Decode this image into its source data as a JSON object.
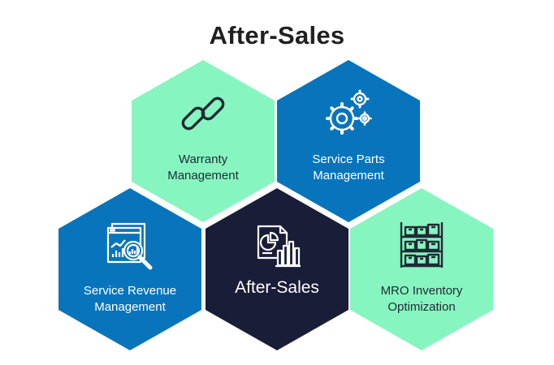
{
  "title": "After-Sales",
  "colors": {
    "mint": "#87f5bf",
    "blue": "#0874bc",
    "navy": "#191d37",
    "icon_dark": "#1f2a36",
    "icon_light": "#ffffff"
  },
  "hexagons": [
    {
      "id": "warranty",
      "line1": "Warranty",
      "line2": "Management",
      "icon": "chain-link-icon"
    },
    {
      "id": "parts",
      "line1": "Service Parts",
      "line2": "Management",
      "icon": "gears-icon"
    },
    {
      "id": "revenue",
      "line1": "Service Revenue",
      "line2": "Management",
      "icon": "analytics-magnifier-icon"
    },
    {
      "id": "center",
      "line1": "After-Sales",
      "icon": "report-document-icon"
    },
    {
      "id": "mro",
      "line1": "MRO Inventory",
      "line2": "Optimization",
      "icon": "warehouse-shelves-icon"
    }
  ]
}
